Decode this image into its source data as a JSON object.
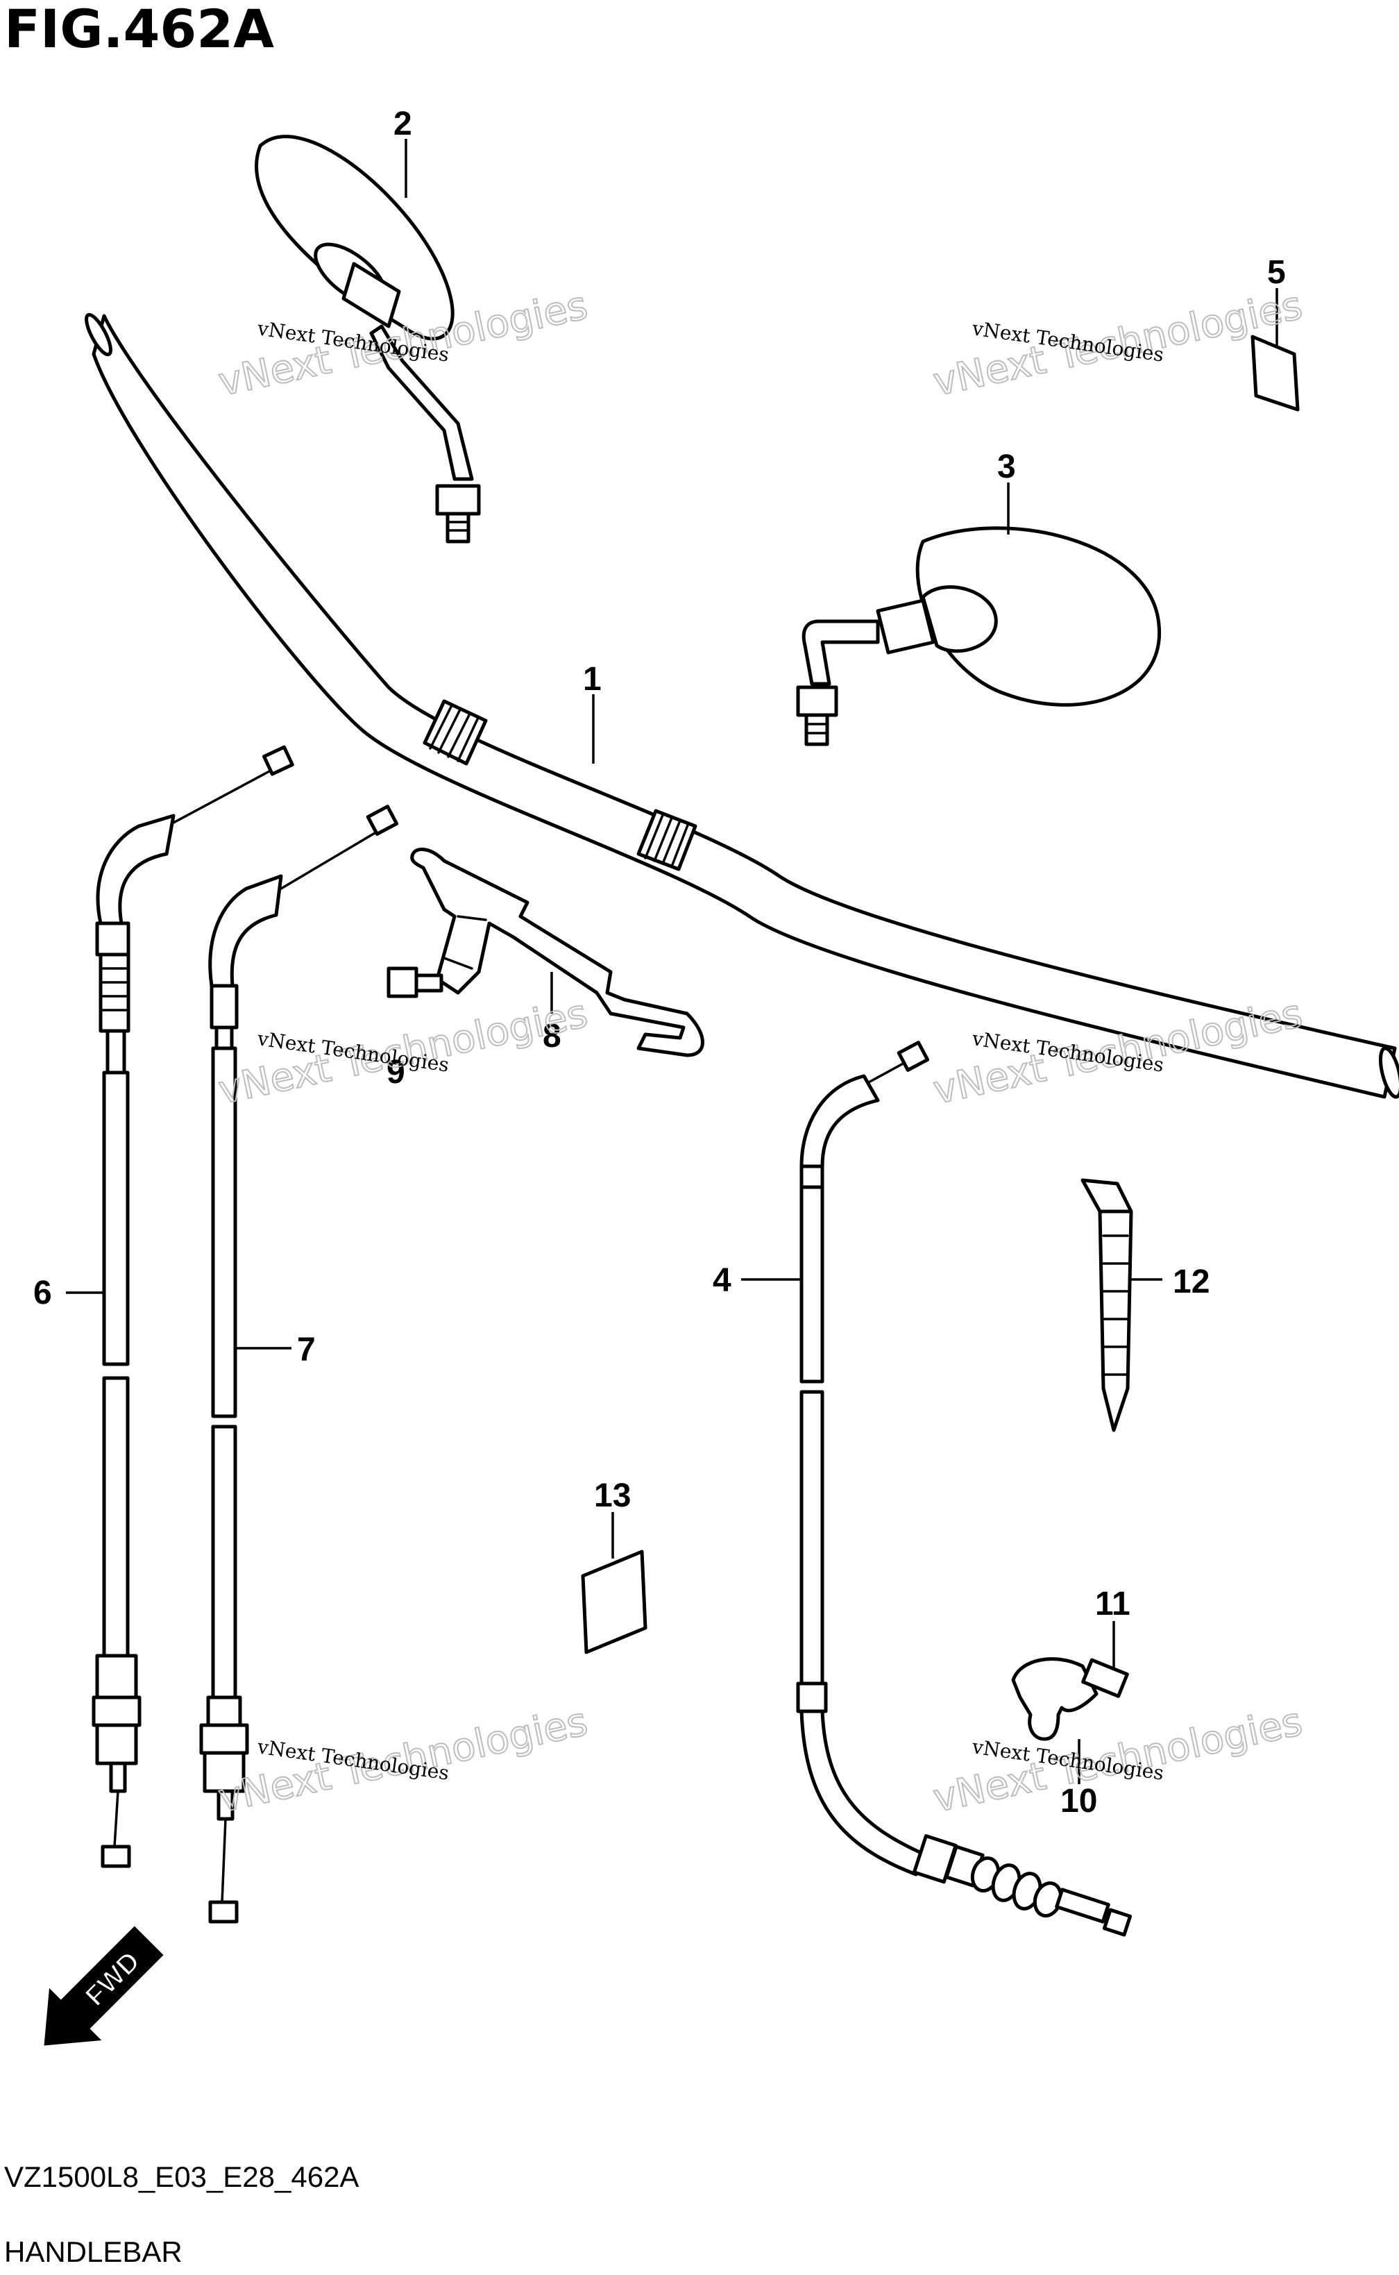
{
  "figure": {
    "title": "FIG.462A",
    "code": "VZ1500L8_E03_E28_462A",
    "name": "HANDLEBAR"
  },
  "watermark": {
    "line1": "vNext Technologies",
    "line2": "vNext Technologies"
  },
  "direction_arrow": {
    "label": "FWD",
    "icon": "fwd-arrow-icon"
  },
  "callouts": [
    {
      "id": "1",
      "label": "1"
    },
    {
      "id": "2",
      "label": "2"
    },
    {
      "id": "3",
      "label": "3"
    },
    {
      "id": "4",
      "label": "4"
    },
    {
      "id": "5",
      "label": "5"
    },
    {
      "id": "6",
      "label": "6"
    },
    {
      "id": "7",
      "label": "7"
    },
    {
      "id": "8",
      "label": "8"
    },
    {
      "id": "9",
      "label": "9"
    },
    {
      "id": "10",
      "label": "10"
    },
    {
      "id": "11",
      "label": "11"
    },
    {
      "id": "12",
      "label": "12"
    },
    {
      "id": "13",
      "label": "13"
    }
  ]
}
